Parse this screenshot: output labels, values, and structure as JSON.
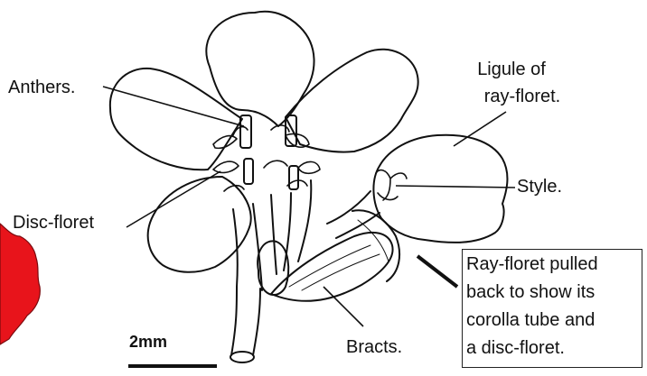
{
  "labels": {
    "anthers": "Anthers.",
    "ligule_line1": "Ligule of",
    "ligule_line2": "ray-floret.",
    "style": "Style.",
    "disc_floret": "Disc-floret",
    "bracts": "Bracts."
  },
  "caption_box": {
    "lines": [
      "Ray-floret pulled",
      "back to show its",
      "corolla tube and",
      "a disc-floret."
    ]
  },
  "scale_bar": {
    "label": "2mm"
  },
  "colors": {
    "ink": "#111111",
    "red_blob": "#e8141b",
    "background": "#ffffff"
  }
}
